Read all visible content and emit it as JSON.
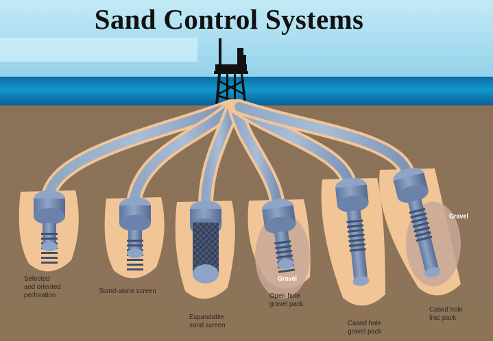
{
  "title": "Sand Control Systems",
  "colors": {
    "sky_top": "#bfe8f5",
    "sea_dark": "#0a6fa8",
    "soil": "#8a7257",
    "wellbore": "#f2c596",
    "tool": "#6f87ad",
    "gravel_halo": "#c8a899"
  },
  "platform": {
    "icon": "offshore-platform-icon"
  },
  "completions": [
    {
      "label": "Selected\nand oriented\nperforation"
    },
    {
      "label": "Stand-alone screen"
    },
    {
      "label": "Expandable\nsand screen"
    },
    {
      "label": "Open hole\ngravel pack",
      "gravel_label": "Gravel"
    },
    {
      "label": "Cased hole\ngravel pack"
    },
    {
      "label": "Cased hole\nfrac pack",
      "gravel_label": "Gravel"
    }
  ]
}
